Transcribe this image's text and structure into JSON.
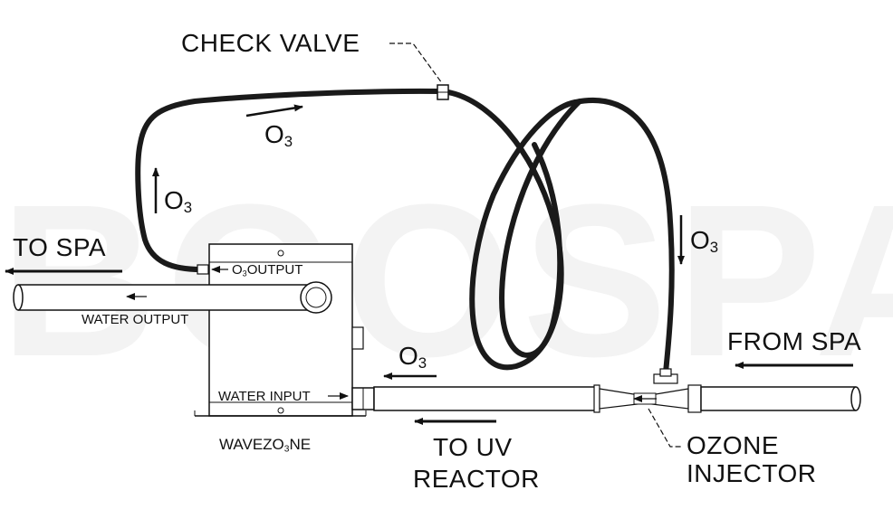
{
  "labels": {
    "check_valve": "CHECK VALVE",
    "to_spa": "TO SPA",
    "from_spa": "FROM SPA",
    "water_output": "WATER OUTPUT",
    "water_input": "WATER INPUT",
    "o3_output": "OUTPUT",
    "unit_name_pre": "WAVEZO",
    "unit_name_sub": "3",
    "unit_name_post": "NE",
    "to_uv_line1": "TO UV",
    "to_uv_line2": "REACTOR",
    "ozone_line1": "OZONE",
    "ozone_line2": "INJECTOR",
    "o3_letter": "O",
    "o3_sub": "3"
  },
  "watermark": "BOOSPA",
  "colors": {
    "ink": "#111111",
    "hose": "#1a1a1a",
    "watermark": "#f3f3f3"
  }
}
